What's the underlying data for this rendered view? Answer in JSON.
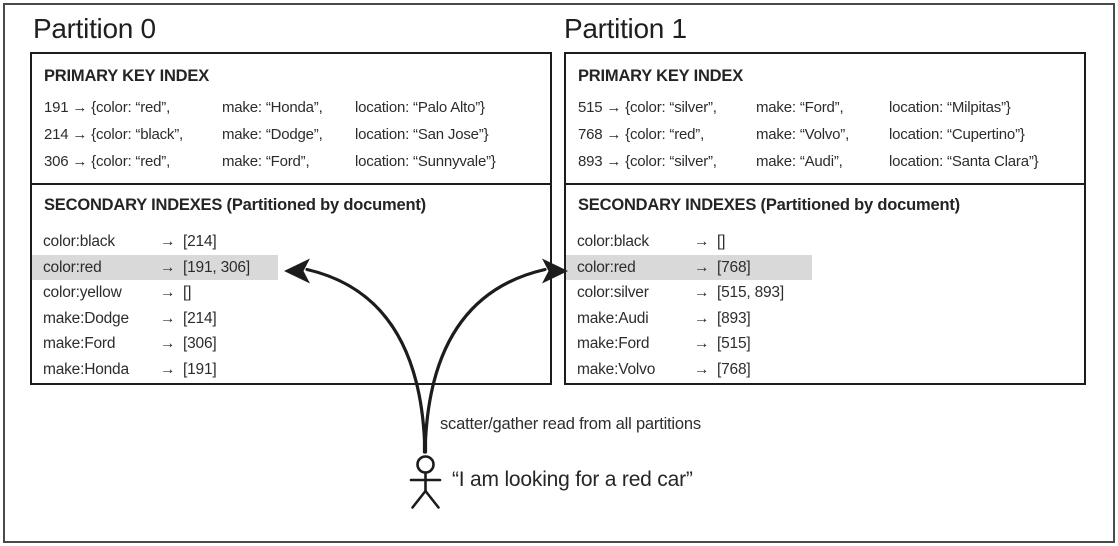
{
  "partitions": [
    {
      "title": "Partition 0",
      "primary_index": {
        "header": "PRIMARY KEY INDEX",
        "rows": [
          {
            "c1": "191 → {color: “red”,",
            "c2": "make: “Honda”,",
            "c3": "location: “Palo Alto”}"
          },
          {
            "c1": "214 → {color: “black”,",
            "c2": "make: “Dodge”,",
            "c3": "location: “San Jose”}"
          },
          {
            "c1": "306 → {color: “red”,",
            "c2": "make: “Ford”,",
            "c3": "location: “Sunnyvale”}"
          }
        ]
      },
      "secondary_indexes": {
        "header": "SECONDARY INDEXES (Partitioned by document)",
        "rows": [
          {
            "term": "color:black",
            "value": "[214]",
            "highlight": false
          },
          {
            "term": "color:red",
            "value": "[191, 306]",
            "highlight": true
          },
          {
            "term": "color:yellow",
            "value": "[]",
            "highlight": false
          },
          {
            "term": "make:Dodge",
            "value": "[214]",
            "highlight": false
          },
          {
            "term": "make:Ford",
            "value": "[306]",
            "highlight": false
          },
          {
            "term": "make:Honda",
            "value": "[191]",
            "highlight": false
          }
        ]
      }
    },
    {
      "title": "Partition 1",
      "primary_index": {
        "header": "PRIMARY KEY INDEX",
        "rows": [
          {
            "c1": "515 → {color: “silver”,",
            "c2": "make: “Ford”,",
            "c3": "location: “Milpitas”}"
          },
          {
            "c1": "768 → {color: “red”,",
            "c2": "make: “Volvo”,",
            "c3": "location: “Cupertino”}"
          },
          {
            "c1": "893 → {color: “silver”,",
            "c2": "make: “Audi”,",
            "c3": "location: “Santa Clara”}"
          }
        ]
      },
      "secondary_indexes": {
        "header": "SECONDARY INDEXES (Partitioned by document)",
        "rows": [
          {
            "term": "color:black",
            "value": "[]",
            "highlight": false
          },
          {
            "term": "color:red",
            "value": "[768]",
            "highlight": true
          },
          {
            "term": "color:silver",
            "value": "[515, 893]",
            "highlight": false
          },
          {
            "term": "make:Audi",
            "value": "[893]",
            "highlight": false
          },
          {
            "term": "make:Ford",
            "value": "[515]",
            "highlight": false
          },
          {
            "term": "make:Volvo",
            "value": "[768]",
            "highlight": false
          }
        ]
      }
    }
  ],
  "glyphs": {
    "arrow": "→"
  },
  "annotations": {
    "scatter_label": "scatter/gather read from all partitions",
    "user_quote": "“I am looking for a red car”"
  },
  "colors": {
    "line": "#1c1c1c",
    "text": "#2c2c2c",
    "highlight": "#d9d9d9",
    "frame": "#4a4a4a",
    "background": "#ffffff"
  }
}
